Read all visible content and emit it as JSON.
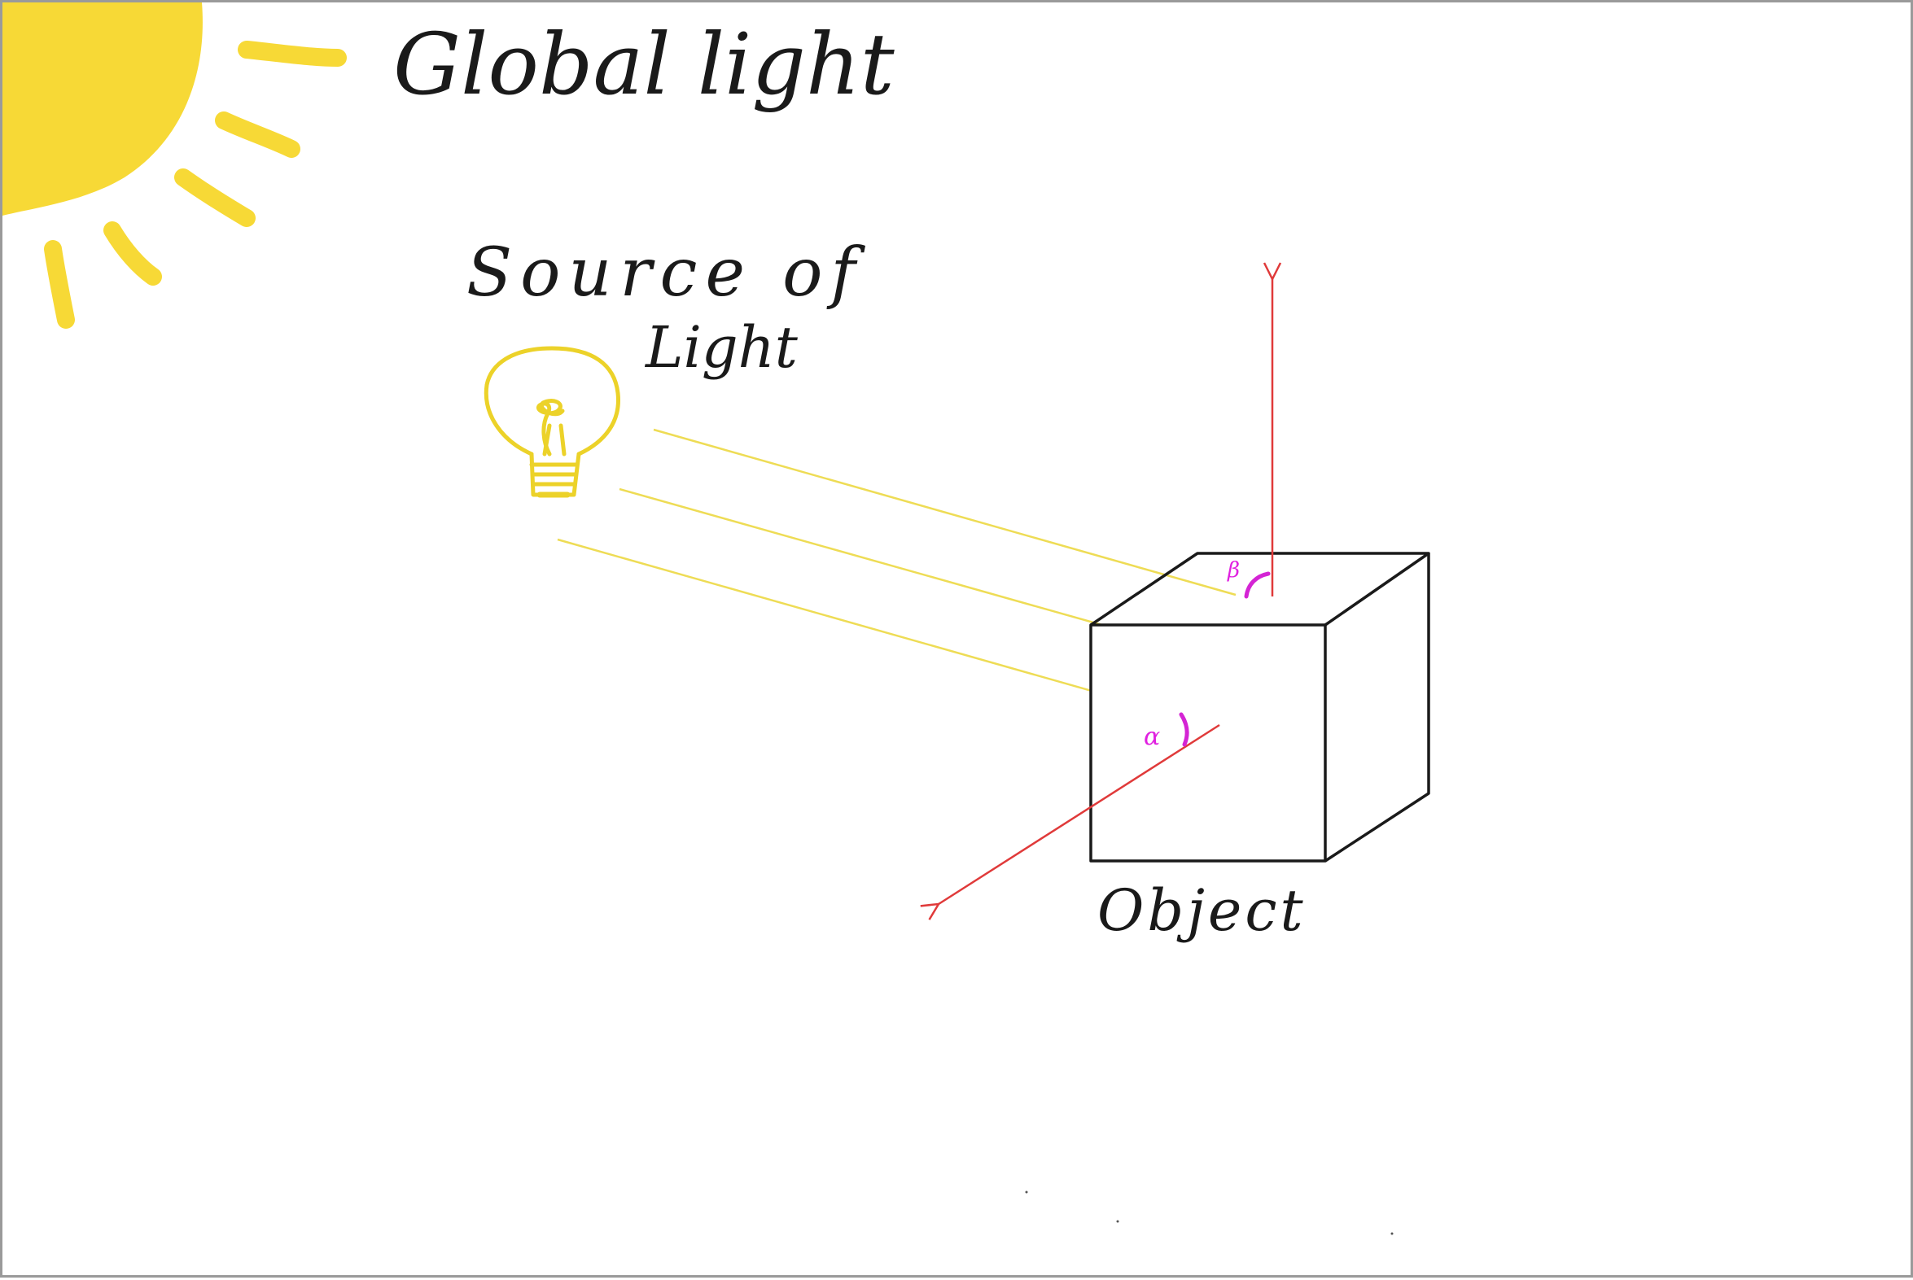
{
  "labels": {
    "global_light": "Global light",
    "source_line1": "Source of",
    "source_line2": "Light",
    "object": "Object",
    "alpha": "α",
    "beta": "β"
  },
  "colors": {
    "sun": "#f7d936",
    "bulb": "#ecd229",
    "rays": "#eedc55",
    "vector": "#e03a3a",
    "angle": "#d424d4",
    "ink": "#1a1a1a",
    "border": "#9a9a9a"
  },
  "icons": {
    "sun": "sun-icon",
    "bulb": "light-bulb-icon"
  }
}
